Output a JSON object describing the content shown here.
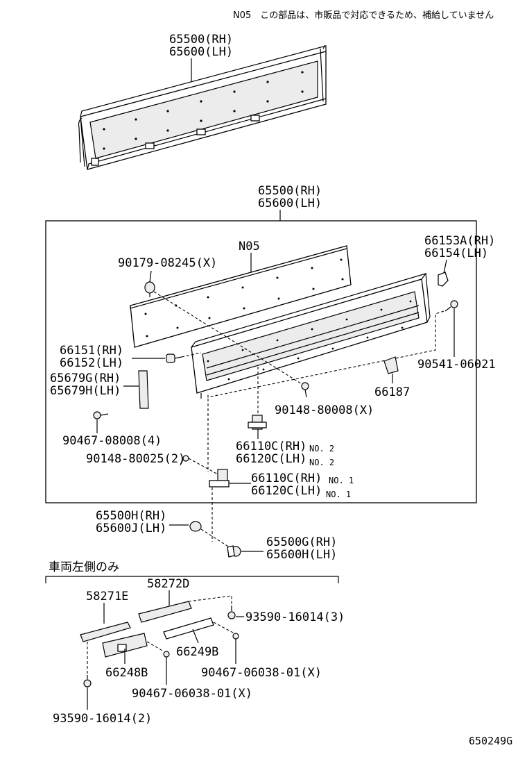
{
  "note": "N05　この部品は、市販品で対応できるため、補給していません",
  "top_assembly": {
    "rh": "65500(RH)",
    "lh": "65600(LH)"
  },
  "exploded_assembly": {
    "rh": "65500(RH)",
    "lh": "65600(LH)",
    "panel_tag": "N05",
    "labels": {
      "bolt_90179": "90179-08245(X)",
      "hook_rh": "66153A(RH)",
      "hook_lh": "66154(LH)",
      "bolt_90541": "90541-06021",
      "clip_rh": "66151(RH)",
      "clip_lh": "66152(LH)",
      "bracket_rh": "65679G(RH)",
      "bracket_lh": "65679H(LH)",
      "bracket_66187": "66187",
      "bolt_90148_a": "90148-80008(X)",
      "screw_90467_a": "90467-08008(4)",
      "hinge2_rh": "66110C(RH)",
      "hinge2_lh": "66120C(LH)",
      "no2": "NO. 2",
      "bolt_90148_b": "90148-80025(2)",
      "hinge1_rh": "66110C(RH)",
      "hinge1_lh": "66120C(LH)",
      "no1": "NO. 1"
    }
  },
  "lower_parts": {
    "knob_rh": "65500H(RH)",
    "knob_lh": "65600J(LH)",
    "pin_rh": "65500G(RH)",
    "pin_lh": "65600H(LH)"
  },
  "left_only": {
    "heading": "車両左側のみ",
    "labels": {
      "p58272D": "58272D",
      "p58271E": "58271E",
      "s93590_3": "93590-16014(3)",
      "p66249B": "66249B",
      "p66248B": "66248B",
      "s90467_a": "90467-06038-01(X)",
      "s90467_b": "90467-06038-01(X)",
      "s93590_2": "93590-16014(2)"
    }
  },
  "diagram_code": "650249G"
}
